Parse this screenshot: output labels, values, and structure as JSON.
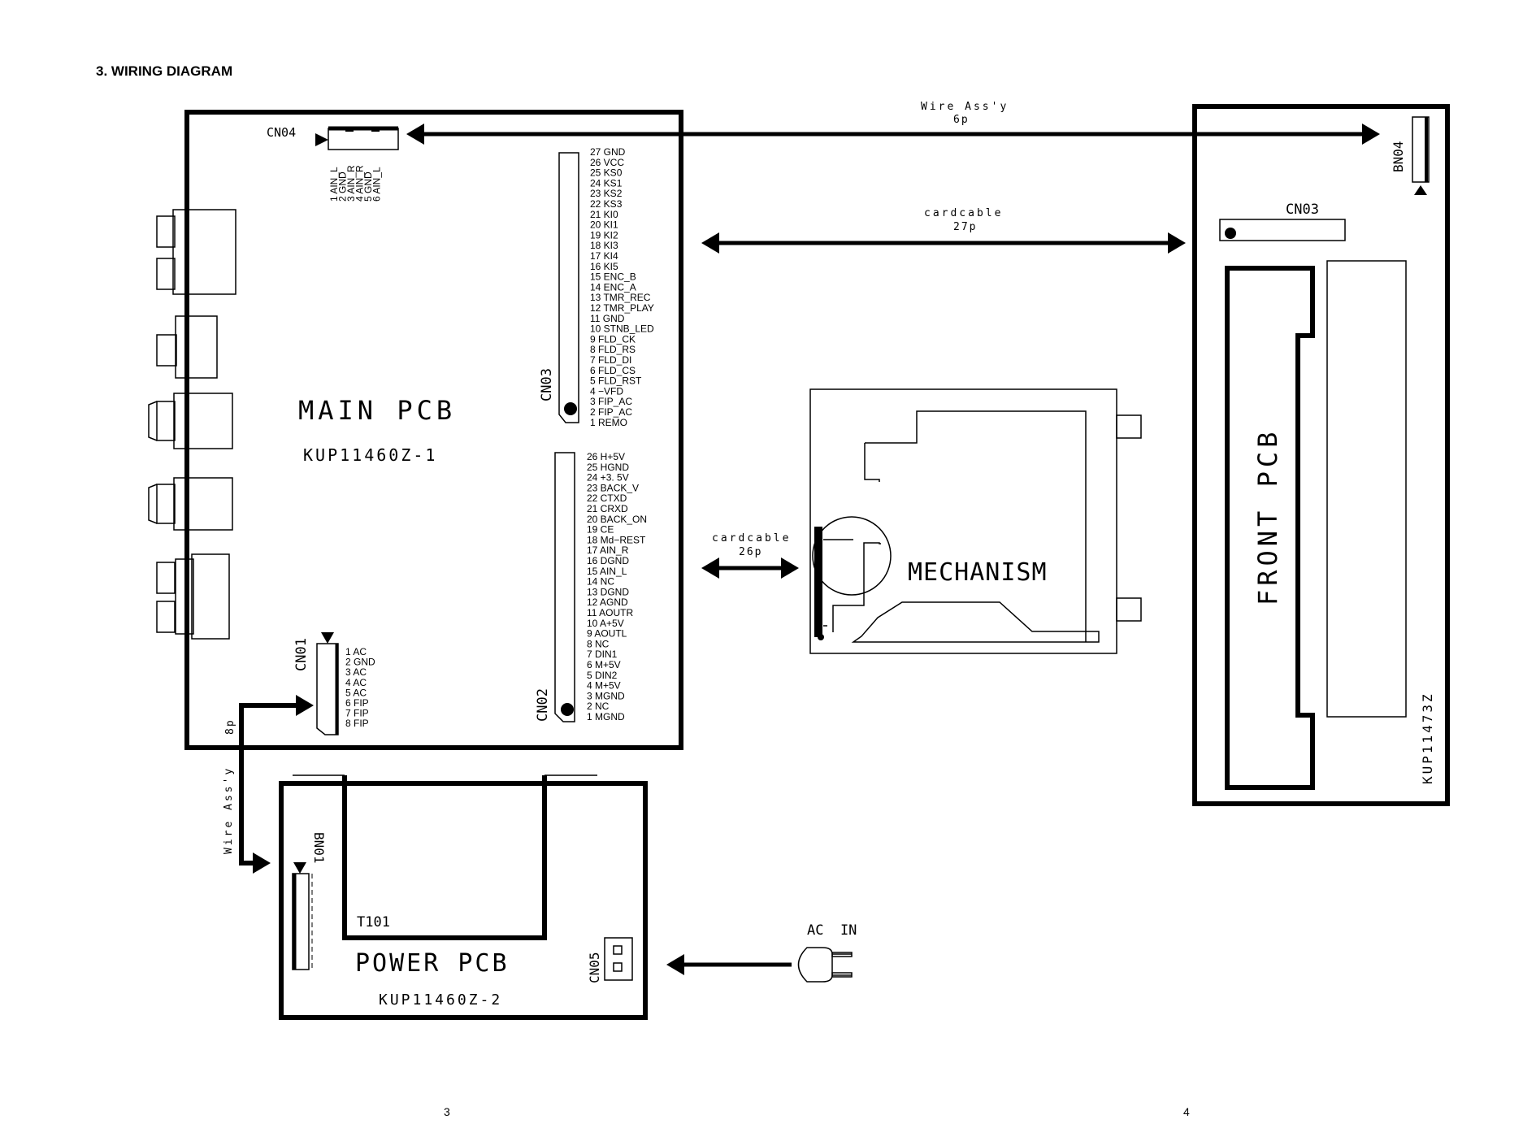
{
  "heading": "3. WIRING DIAGRAM",
  "page_numbers": {
    "left": "3",
    "right": "4"
  },
  "main_pcb": {
    "title": "MAIN PCB",
    "part": "KUP11460Z-1",
    "cn04": {
      "label": "CN04",
      "pins": [
        "1 AIN_L",
        "2 GND",
        "3 AIN_R",
        "4 AIN_R",
        "5 GND",
        "6 AIN_L"
      ]
    },
    "cn03": {
      "label": "CN03",
      "pins": [
        "27 GND",
        "26 VCC",
        "25 KS0",
        "24 KS1",
        "23 KS2",
        "22 KS3",
        "21 KI0",
        "20 KI1",
        "19 KI2",
        "18 KI3",
        "17 KI4",
        "16 KI5",
        "15 ENC_B",
        "14 ENC_A",
        "13 TMR_REC",
        "12 TMR_PLAY",
        "11 GND",
        "10 STNB_LED",
        "9 FLD_CK",
        "8 FLD_RS",
        "7 FLD_DI",
        "6 FLD_CS",
        "5 FLD_RST",
        "4 −VFD",
        "3 FIP_AC",
        "2 FIP_AC",
        "1 REMO"
      ]
    },
    "cn02": {
      "label": "CN02",
      "pins": [
        "26 H+5V",
        "25 HGND",
        "24 +3. 5V",
        "23 BACK_V",
        "22 CTXD",
        "21 CRXD",
        "20 BACK_ON",
        "19 CE",
        "18 Md−REST",
        "17 AIN_R",
        "16 DGND",
        "15 AIN_L",
        "14 NC",
        "13 DGND",
        "12 AGND",
        "11 AOUTR",
        "10 A+5V",
        "9 AOUTL",
        "8 NC",
        "7 DIN1",
        "6 M+5V",
        "5 DIN2",
        "4 M+5V",
        "3 MGND",
        "2 NC",
        "1 MGND"
      ]
    },
    "cn01": {
      "label": "CN01",
      "pins": [
        "1 AC",
        "2 GND",
        "3 AC",
        "4 AC",
        "5 AC",
        "6 FIP",
        "7 FIP",
        "8 FIP"
      ]
    }
  },
  "front_pcb": {
    "title": "FRONT PCB",
    "part": "KUP11473Z",
    "bn04": "BN04",
    "cn03": "CN03"
  },
  "mechanism": {
    "title": "MECHANISM"
  },
  "power_pcb": {
    "title": "POWER PCB",
    "part": "KUP11460Z-2",
    "bn01": "BN01",
    "t101": "T101",
    "cn05": "CN05"
  },
  "connections": {
    "wire_top": {
      "name": "Wire Ass'y",
      "pins": "6p"
    },
    "card_27": {
      "name": "cardcable",
      "pins": "27p"
    },
    "card_26": {
      "name": "cardcable",
      "pins": "26p"
    },
    "wire_left": {
      "name": "Wire Ass'y",
      "pins": "8p"
    },
    "ac_in": "AC  IN"
  }
}
